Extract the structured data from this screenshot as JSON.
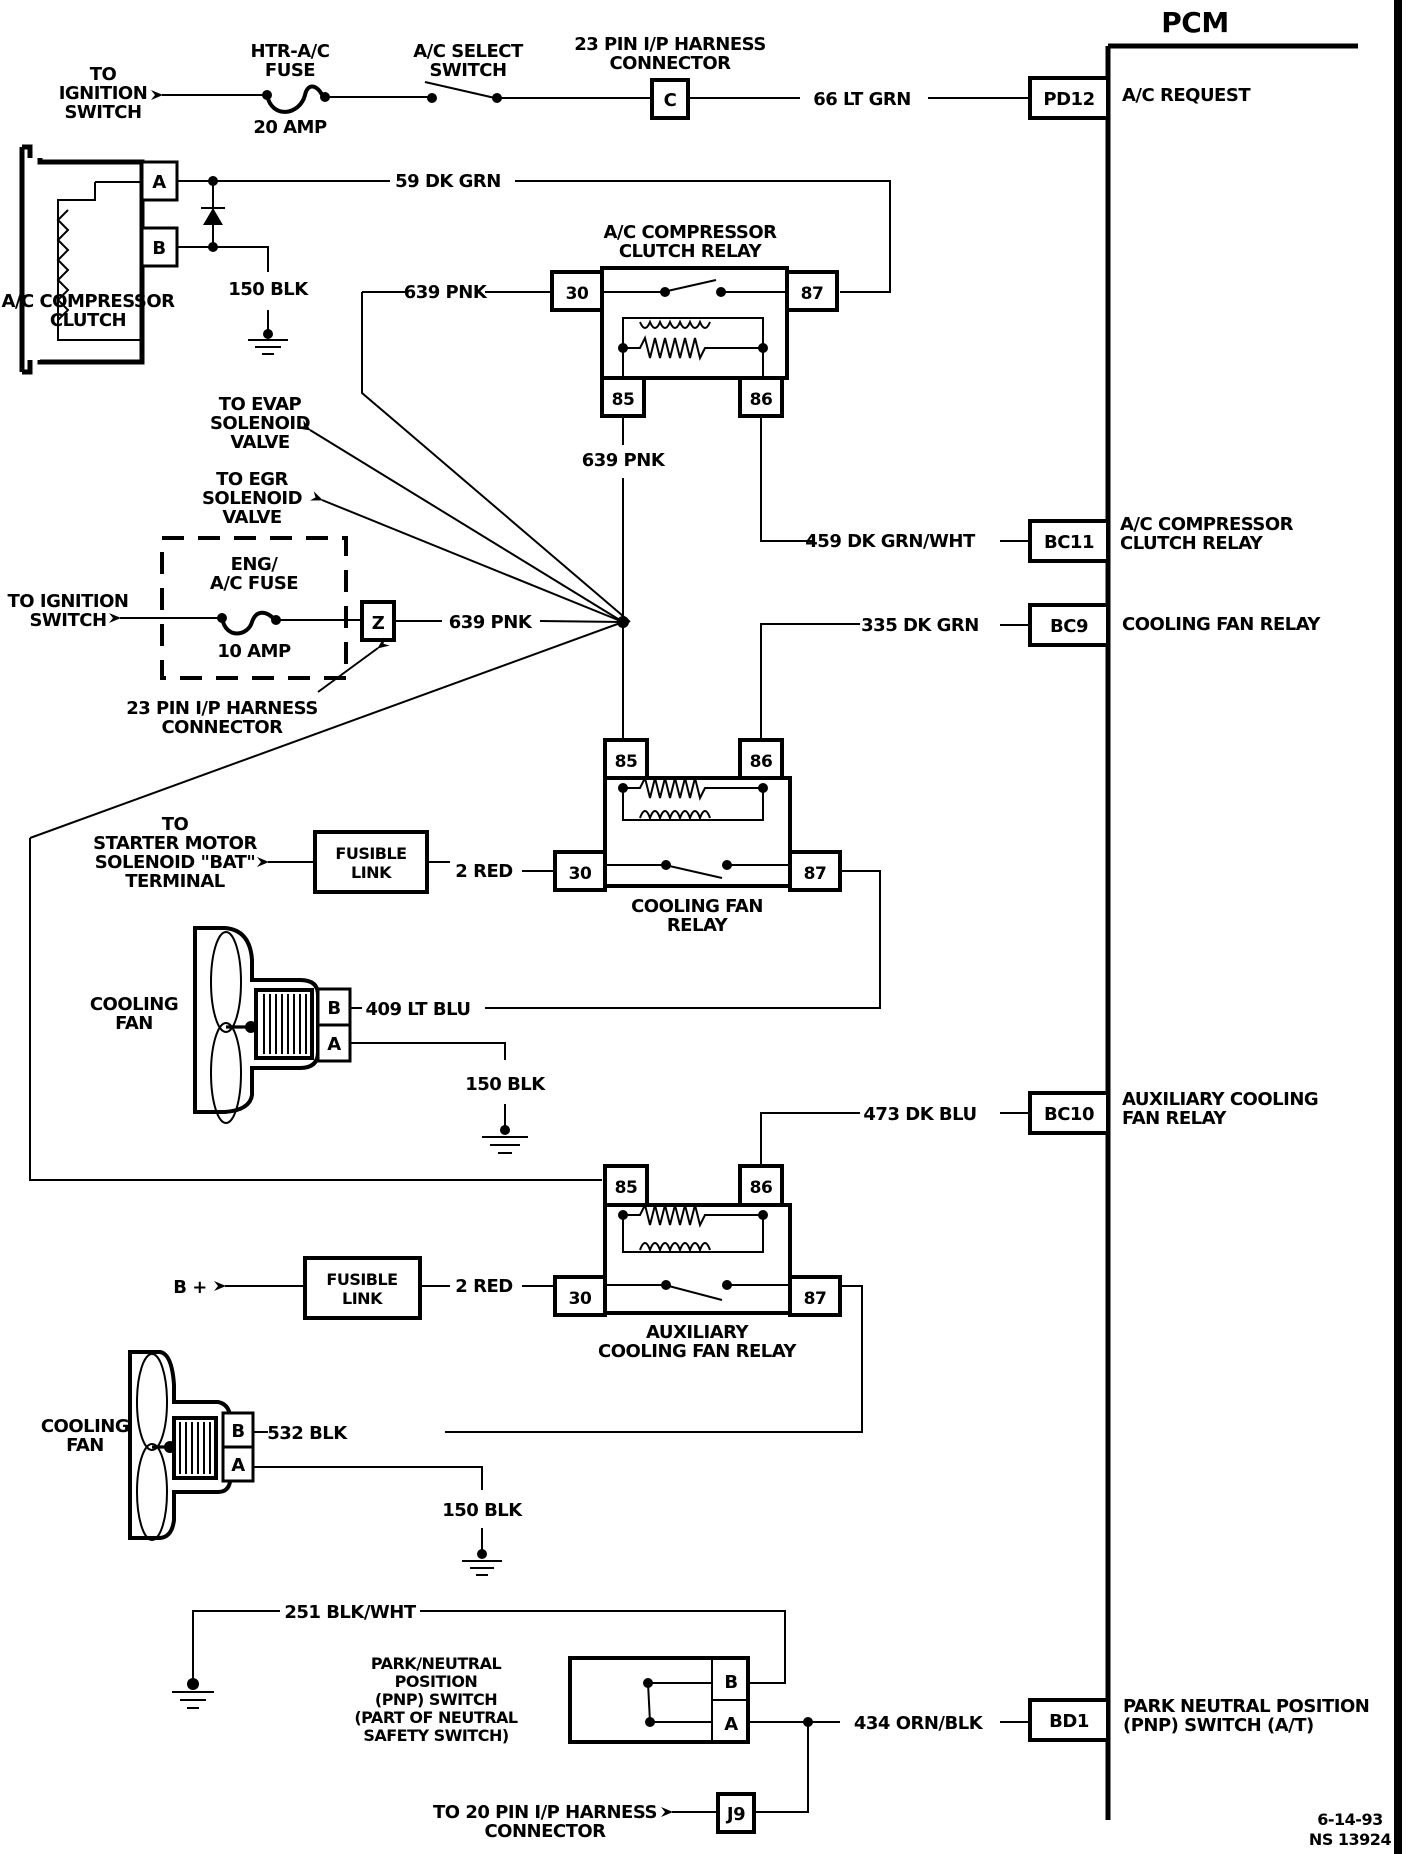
{
  "pcm": {
    "title": "PCM",
    "terminals": [
      {
        "id": "PD12",
        "label": [
          "A/C REQUEST"
        ]
      },
      {
        "id": "BC11",
        "label": [
          "A/C COMPRESSOR",
          "CLUTCH RELAY"
        ]
      },
      {
        "id": "BC9",
        "label": [
          "COOLING FAN RELAY"
        ]
      },
      {
        "id": "BC10",
        "label": [
          "AUXILIARY COOLING",
          "FAN RELAY"
        ]
      },
      {
        "id": "BD1",
        "label": [
          "PARK NEUTRAL POSITION",
          "(PNP) SWITCH (A/T)"
        ]
      }
    ]
  },
  "top_circuit": {
    "to_ignition": [
      "TO",
      "IGNITION",
      "SWITCH"
    ],
    "fuse_label": [
      "HTR-A/C",
      "FUSE"
    ],
    "fuse_rating": "20 AMP",
    "switch_label": [
      "A/C SELECT",
      "SWITCH"
    ],
    "connector_label": [
      "23 PIN I/P HARNESS",
      "CONNECTOR"
    ],
    "connector_pin": "C",
    "wire": "66 LT GRN"
  },
  "compressor_clutch": {
    "label": [
      "A/C COMPRESSOR",
      "CLUTCH"
    ],
    "pin_a": "A",
    "pin_b": "B",
    "wire_a": "59 DK GRN",
    "ground_wire": "150 BLK"
  },
  "ac_relay": {
    "label": [
      "A/C COMPRESSOR",
      "CLUTCH RELAY"
    ],
    "pins": {
      "p30": "30",
      "p87": "87",
      "p85": "85",
      "p86": "86"
    },
    "wire_30": "639 PNK",
    "wire_85": "639 PNK",
    "wire_86": "459 DK GRN/WHT"
  },
  "splice": {
    "to_evap": [
      "TO EVAP",
      "SOLENOID",
      "VALVE"
    ],
    "to_egr": [
      "TO EGR",
      "SOLENOID",
      "VALVE"
    ],
    "fuse_label": [
      "ENG/",
      "A/C FUSE"
    ],
    "fuse_rating": "10 AMP",
    "to_ignition": [
      "TO IGNITION",
      "SWITCH"
    ],
    "connector_pin": "Z",
    "connector_label": [
      "23 PIN I/P HARNESS",
      "CONNECTOR"
    ],
    "wire": "639 PNK"
  },
  "fan_relay": {
    "label": [
      "COOLING FAN",
      "RELAY"
    ],
    "pins": {
      "p30": "30",
      "p87": "87",
      "p85": "85",
      "p86": "86"
    },
    "wire_86": "335 DK GRN",
    "wire_30": "2 RED",
    "fusible_link": [
      "FUSIBLE",
      "LINK"
    ],
    "to_starter": [
      "TO",
      "STARTER MOTOR",
      "SOLENOID \"BAT\"",
      "TERMINAL"
    ]
  },
  "cooling_fan_1": {
    "label": [
      "COOLING",
      "FAN"
    ],
    "pin_b": "B",
    "pin_a": "A",
    "wire_b": "409 LT BLU",
    "ground_wire": "150 BLK"
  },
  "aux_relay": {
    "label": [
      "AUXILIARY",
      "COOLING FAN RELAY"
    ],
    "pins": {
      "p30": "30",
      "p87": "87",
      "p85": "85",
      "p86": "86"
    },
    "wire_86": "473 DK BLU",
    "wire_30": "2 RED",
    "fusible_link": [
      "FUSIBLE",
      "LINK"
    ],
    "b_plus": "B +"
  },
  "cooling_fan_2": {
    "label": [
      "COOLING",
      "FAN"
    ],
    "pin_b": "B",
    "pin_a": "A",
    "wire_b": "532 BLK",
    "ground_wire": "150 BLK"
  },
  "pnp_switch": {
    "label": [
      "PARK/NEUTRAL",
      "POSITION",
      "(PNP) SWITCH",
      "(PART OF NEUTRAL",
      "SAFETY SWITCH)"
    ],
    "pin_b": "B",
    "pin_a": "A",
    "ground_wire": "251 BLK/WHT",
    "wire_a": "434 ORN/BLK",
    "connector_pin": "J9",
    "to_harness": [
      "TO 20 PIN I/P HARNESS",
      "CONNECTOR"
    ]
  },
  "footer": {
    "date": "6-14-93",
    "ref": "NS 13924"
  }
}
